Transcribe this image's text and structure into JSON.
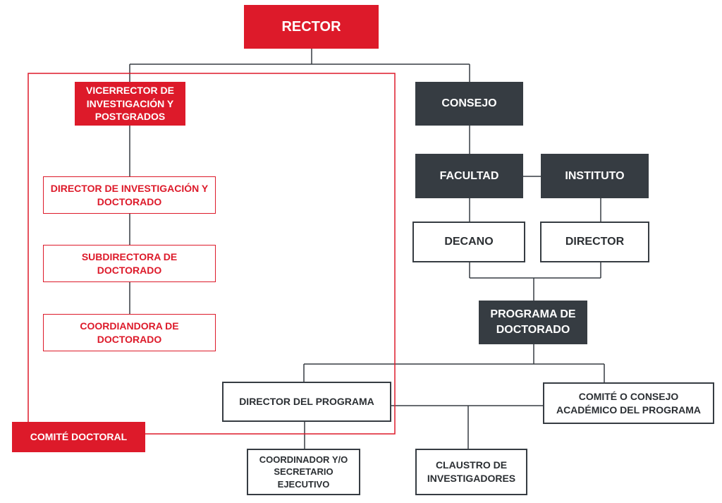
{
  "org_chart": {
    "rector": "RECTOR",
    "vicerrector": "VICERRECTOR DE INVESTIGACIÓN Y POSTGRADOS",
    "director_investigacion": "DIRECTOR DE INVESTIGACIÓN Y DOCTORADO",
    "subdirectora": "SUBDIRECTORA DE DOCTORADO",
    "coordinadora": "COORDIANDORA DE DOCTORADO",
    "comite_doctoral": "COMITÉ DOCTORAL",
    "consejo": "CONSEJO",
    "facultad": "FACULTAD",
    "instituto": "INSTITUTO",
    "decano": "DECANO",
    "director": "DIRECTOR",
    "programa_doctorado": "PROGRAMA DE DOCTORADO",
    "director_programa": "DIRECTOR DEL PROGRAMA",
    "comite_consejo": "COMITÉ O CONSEJO ACADÉMICO DEL PROGRAMA",
    "coordinador_secretario": "COORDINADOR Y/O SECRETARIO EJECUTIVO",
    "claustro": "CLAUSTRO DE INVESTIGADORES"
  },
  "colors": {
    "accent_red": "#dd1a2a",
    "dark_box": "#363c42",
    "connector": "#363c42"
  }
}
